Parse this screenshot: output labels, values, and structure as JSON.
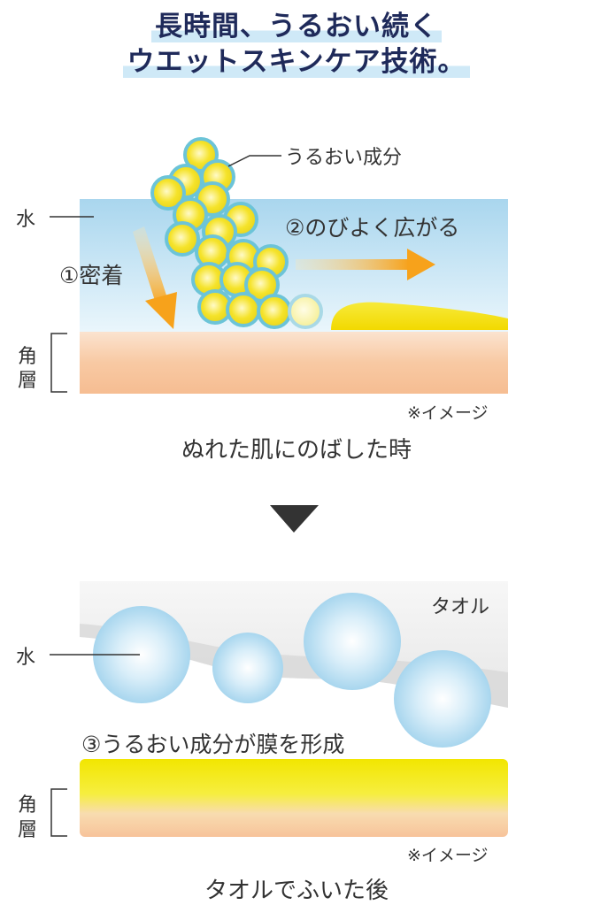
{
  "headline": {
    "line1": "長時間、うるおい続く",
    "line2": "ウエットスキンケア技術。"
  },
  "upper": {
    "ingredient_label": "うるおい成分",
    "water_label": "水",
    "stratum_label_1": "角",
    "stratum_label_2": "層",
    "step1": "①密着",
    "step2": "②のびよく広がる",
    "note": "※イメージ",
    "caption": "ぬれた肌にのばした時"
  },
  "lower": {
    "towel_label": "タオル",
    "water_label": "水",
    "step3": "③うるおい成分が膜を形成",
    "stratum_label_1": "角",
    "stratum_label_2": "層",
    "note": "※イメージ",
    "caption": "タオルでふいた後"
  },
  "colors": {
    "headline": "#1f2a5a",
    "water": "#a9d6ee",
    "skin": "#f8c9a3",
    "ingredient": "#f5e32a",
    "arrow": "#f7a21b",
    "divider_arrow": "#333333"
  }
}
